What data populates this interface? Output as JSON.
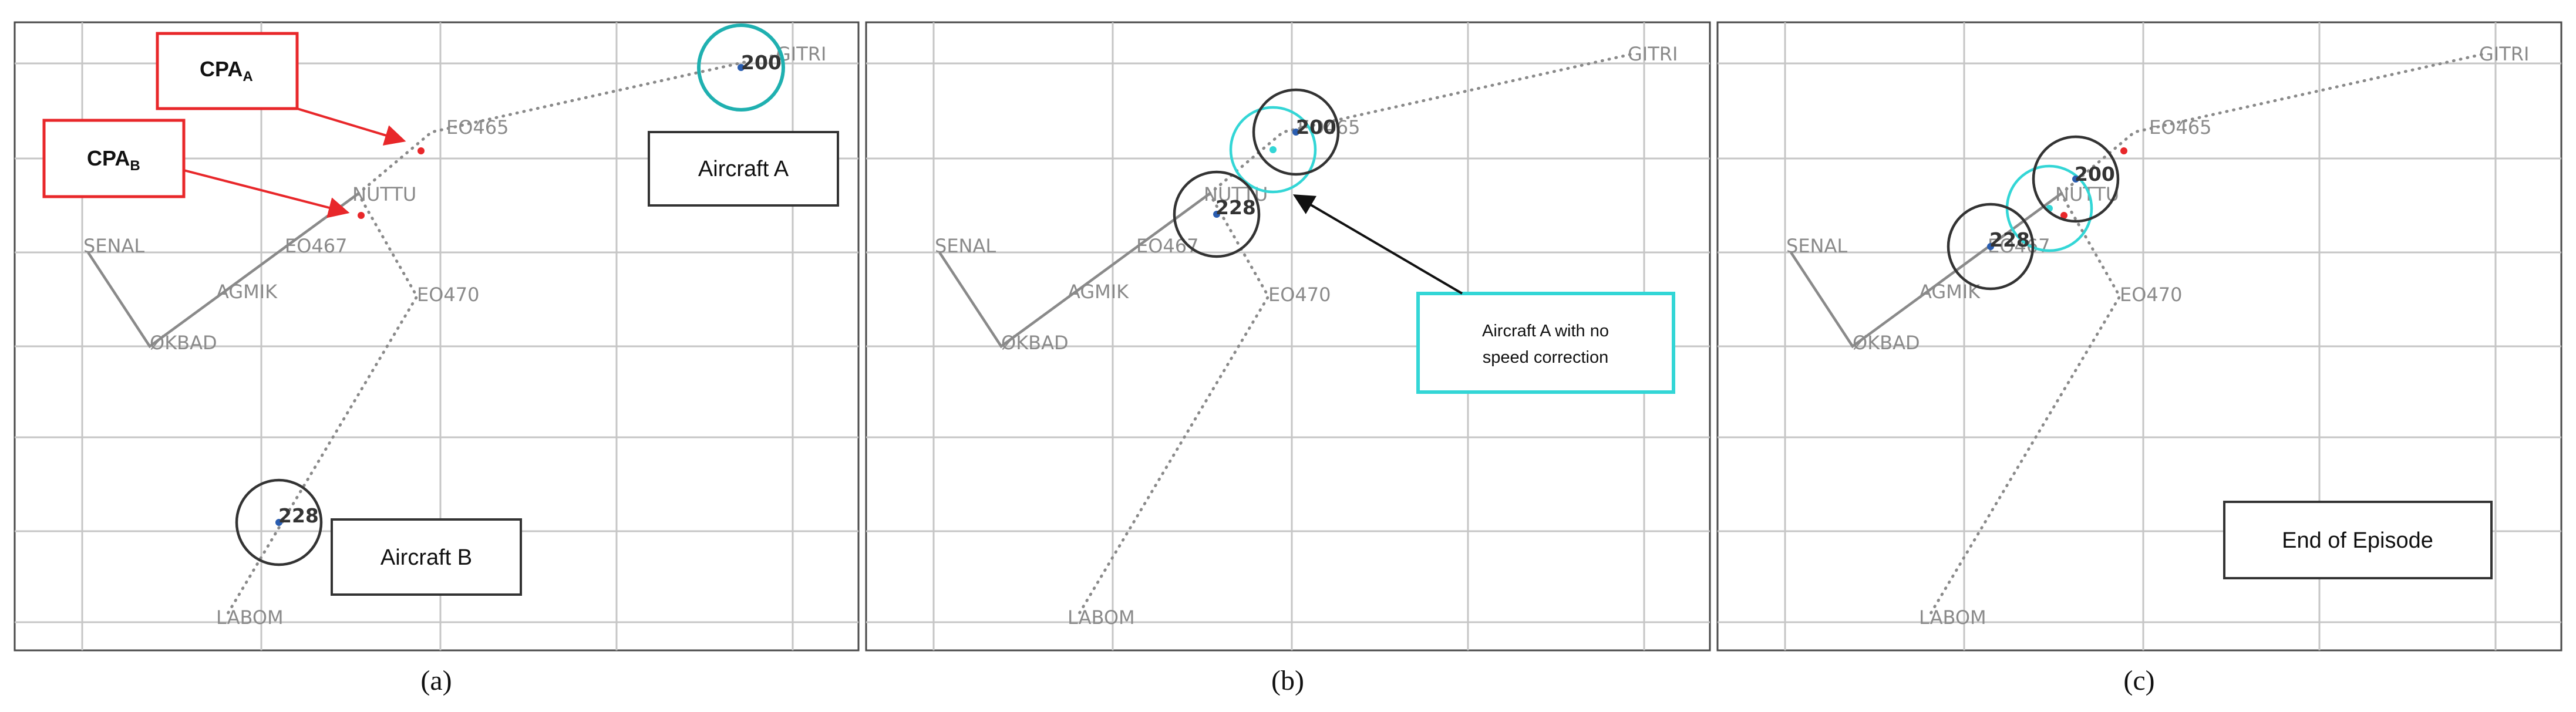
{
  "waypoints": {
    "gitri": "GITRI",
    "eo465": "EO465",
    "nuttu": "NUTTU",
    "eo467": "EO467",
    "eo470": "EO470",
    "senal": "SENAL",
    "agmik": "AGMIK",
    "okbad": "ØKBAD",
    "labom": "LABOM"
  },
  "aircraft_labels": {
    "a": "200",
    "b": "228"
  },
  "panel_a": {
    "cpa_a": {
      "main": "CPA",
      "sub": "A"
    },
    "cpa_b": {
      "main": "CPA",
      "sub": "B"
    },
    "aircraft_a_label": "Aircraft A",
    "aircraft_b_label": "Aircraft B",
    "caption": "(a)"
  },
  "panel_b": {
    "note_line1": "Aircraft A with no",
    "note_line2": "speed correction",
    "caption": "(b)"
  },
  "panel_c": {
    "episode_label": "End of Episode",
    "caption": "(c)"
  },
  "colors": {
    "callout_red": "#e8272a",
    "teal": "#1fb0b0",
    "cyan": "#33d6d6",
    "route_grey": "#8a8a8a"
  }
}
